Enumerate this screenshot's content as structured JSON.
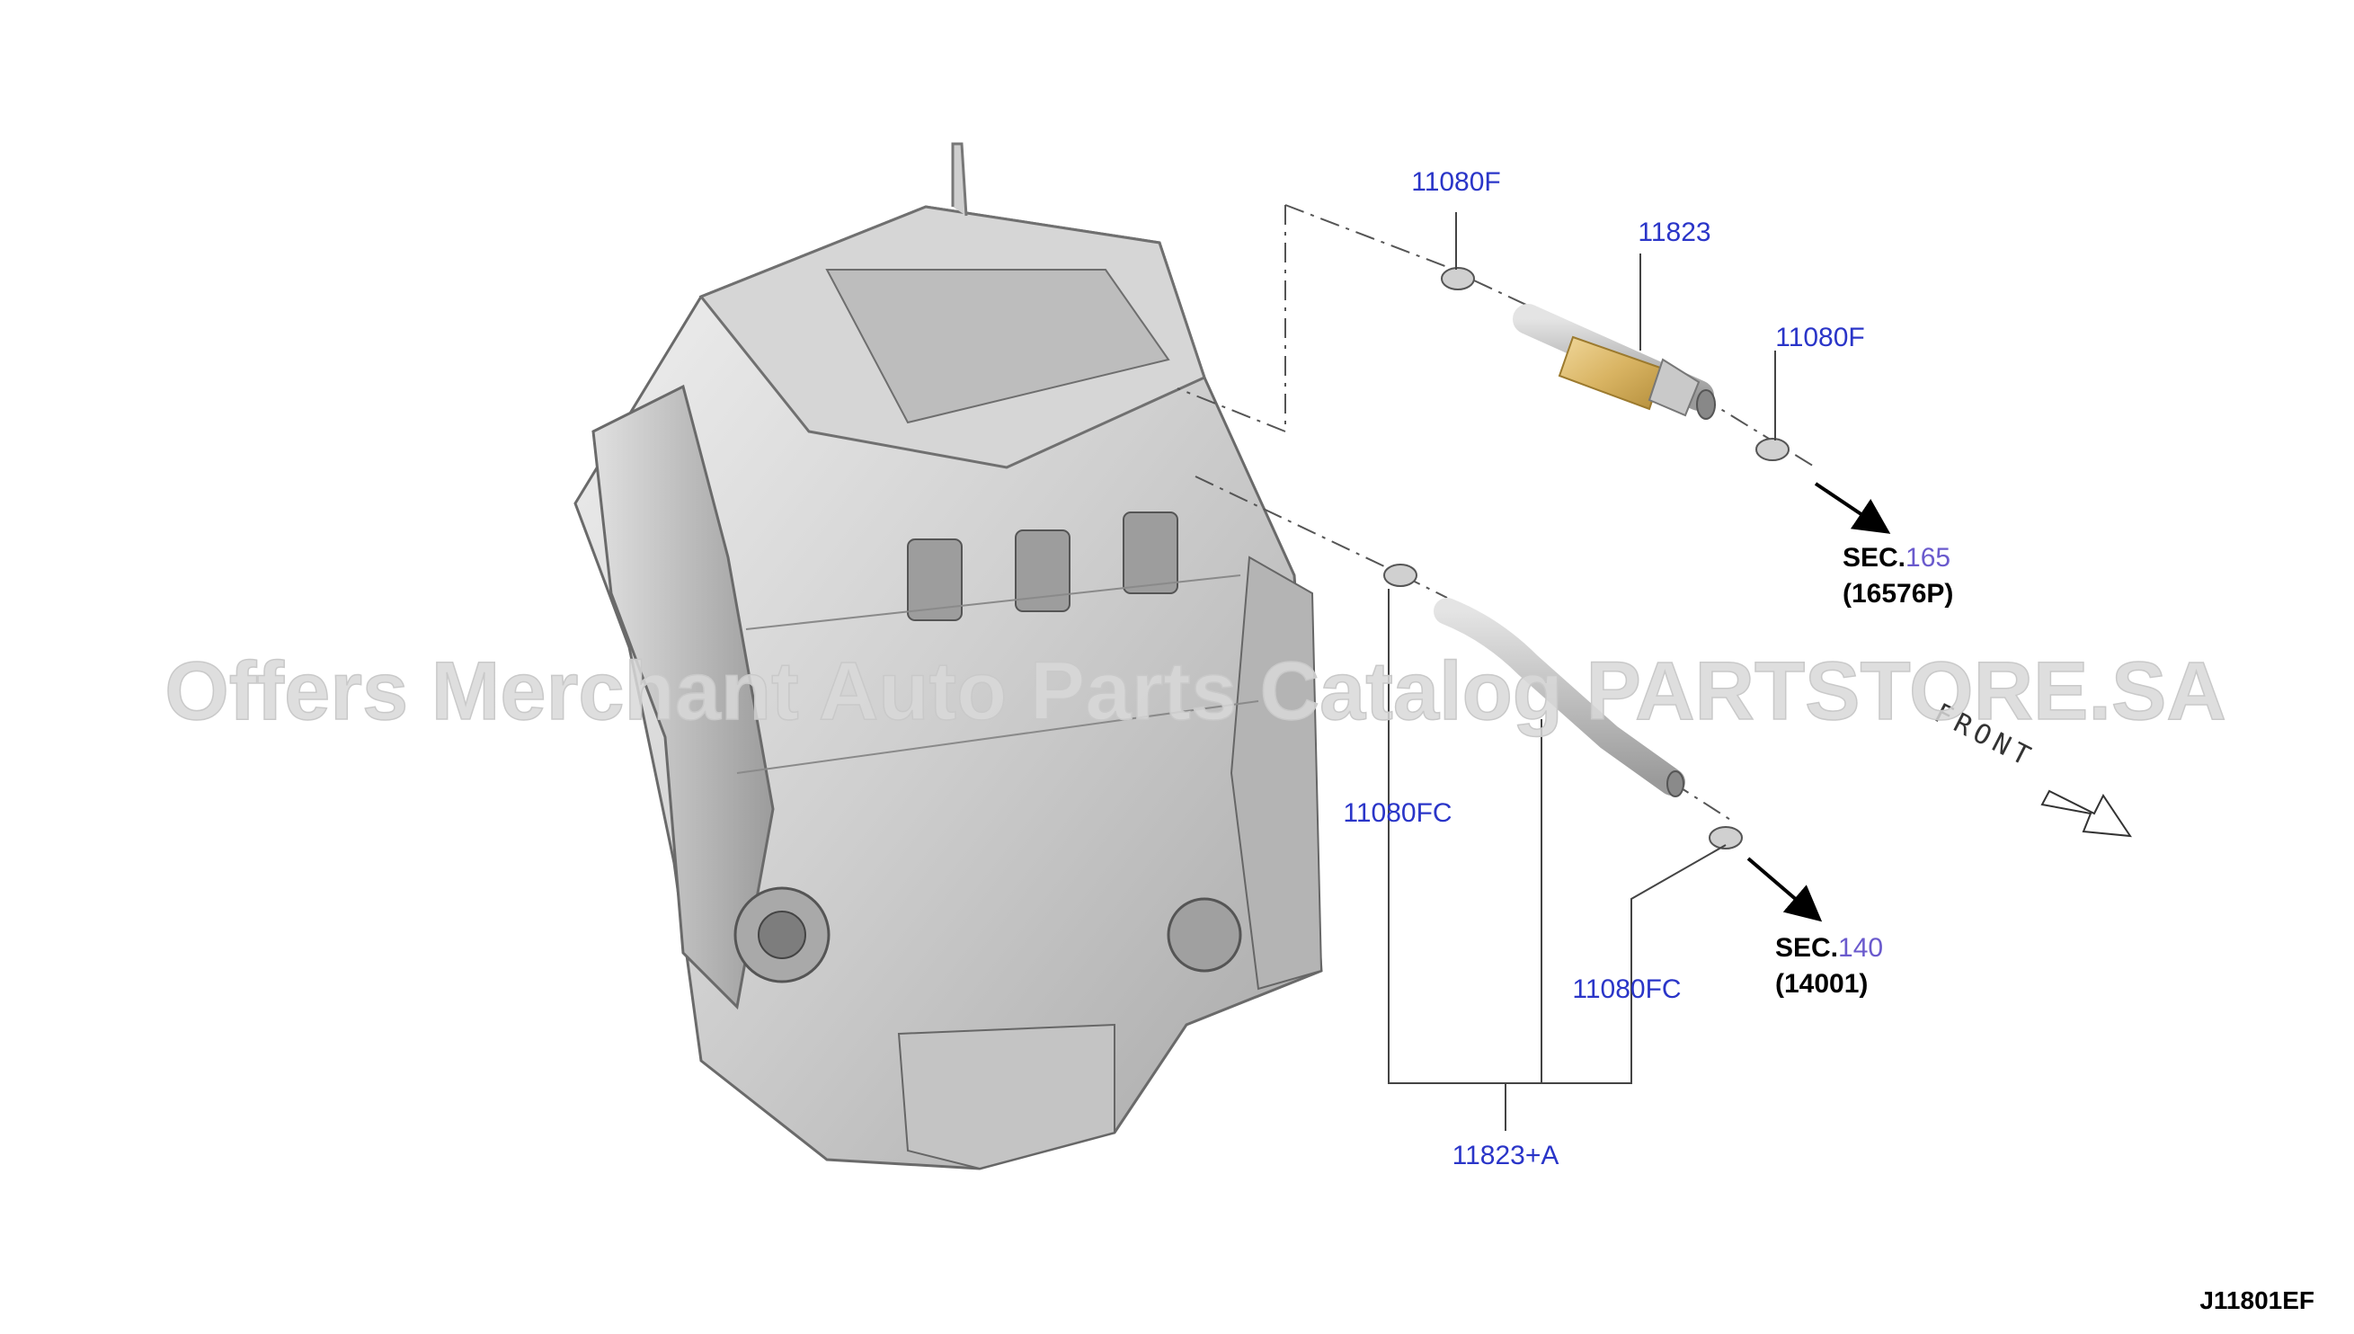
{
  "callouts": {
    "clip_top_left": "11080F",
    "hose_top": "11823",
    "clip_top_right": "11080F",
    "clip_lower_left": "11080FC",
    "clip_lower_right": "11080FC",
    "hose_assembly": "11823+A"
  },
  "references": {
    "upper": {
      "prefix": "SEC.",
      "number": "165",
      "part": "(16576P)"
    },
    "lower": {
      "prefix": "SEC.",
      "number": "140",
      "part": "(14001)"
    }
  },
  "front_label": "FRONT",
  "watermark": "Offers Merchant Auto Parts Catalog PARTSTORE.SA",
  "diagram_id": "J11801EF",
  "icons": {
    "direction": "arrow-icon",
    "engine": "engine-block-icon"
  }
}
